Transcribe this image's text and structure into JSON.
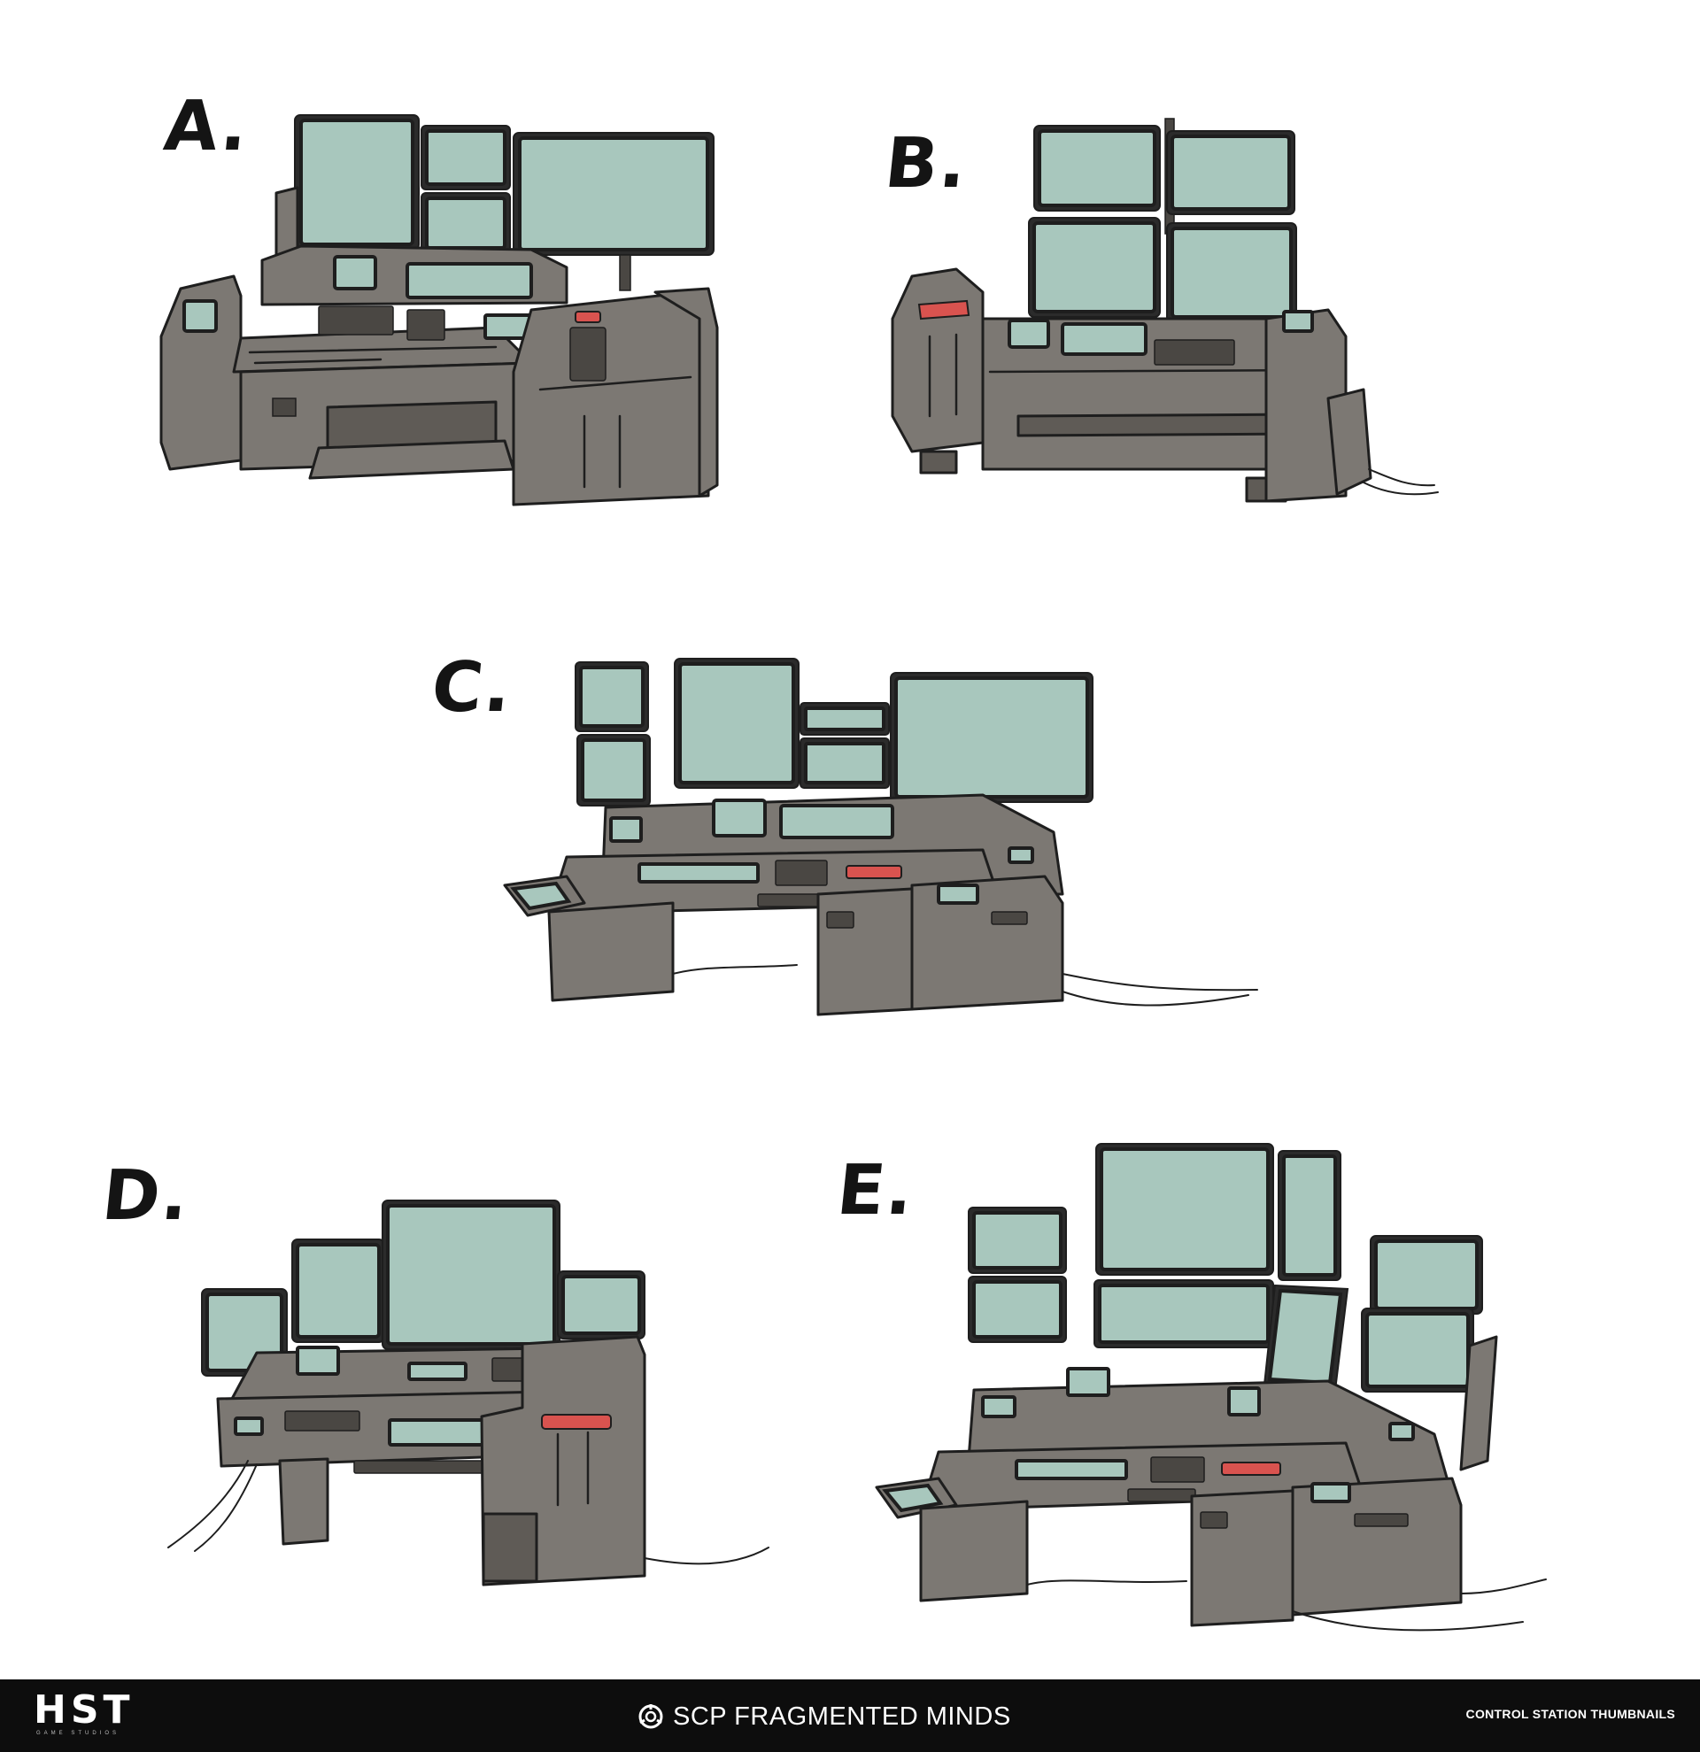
{
  "thumbnails": [
    {
      "id": "A",
      "label": "A."
    },
    {
      "id": "B",
      "label": "B."
    },
    {
      "id": "C",
      "label": "C."
    },
    {
      "id": "D",
      "label": "D."
    },
    {
      "id": "E",
      "label": "E."
    }
  ],
  "colors": {
    "body": "#7c7873",
    "body_dark": "#5f5b56",
    "screen": "#a8c7bd",
    "accent_red": "#d9534f",
    "outline": "#1e1e1e",
    "footer_bg": "#0d0d0d"
  },
  "footer": {
    "studio_logo": "HST",
    "studio_sub": "GAME STUDIOS",
    "game_title": "SCP FRAGMENTED MINDS",
    "sheet_title": "CONTROL STATION THUMBNAILS"
  }
}
